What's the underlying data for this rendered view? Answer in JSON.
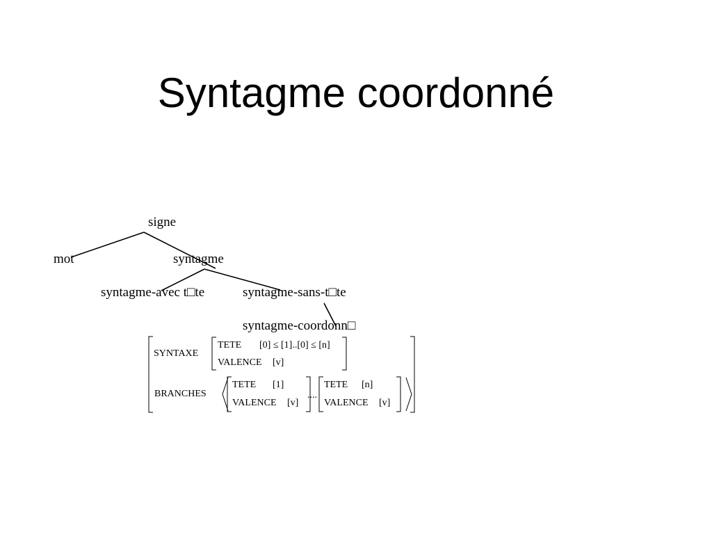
{
  "slide": {
    "title": "Syntagme coordonné"
  },
  "hierarchy": {
    "root": "signe",
    "level1": [
      "mot",
      "syntagme"
    ],
    "level2": [
      "syntagme-avec t□te",
      "syntagme-sans-t□te"
    ],
    "level3": "syntagme-coordonn□"
  },
  "avm": {
    "syntaxe_label": "SYNTAXE",
    "tete_label": "TETE",
    "tete_value": "[0]  ≤ [1]..[0]  ≤ [n]",
    "valence_label": "VALENCE",
    "valence_value": "[v]",
    "branches_label": "BRANCHES",
    "branch1_tete": "TETE",
    "branch1_tete_value": "[1]",
    "branch1_valence": "VALENCE",
    "branch1_valence_value": "[v]",
    "ellipsis": "....",
    "branchn_tete": "TETE",
    "branchn_tete_value": "[n]",
    "branchn_valence": "VALENCE",
    "branchn_valence_value": "[v]"
  }
}
